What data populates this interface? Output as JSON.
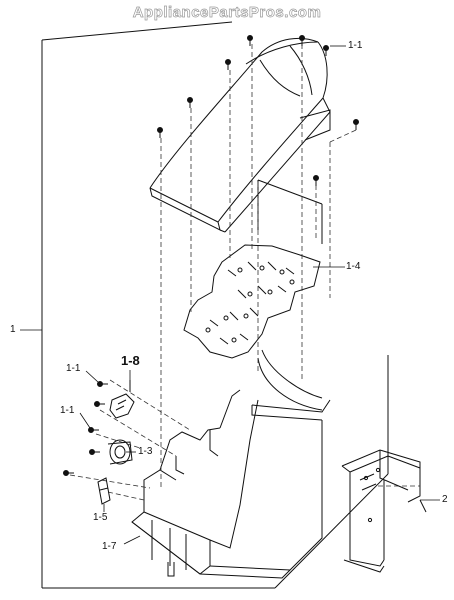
{
  "watermark": "AppliancePartsPros.com",
  "labels": {
    "p1": "1",
    "p1_1_top": "1-1",
    "p1_1_mid_a": "1-1",
    "p1_1_mid_b": "1-1",
    "p1_3": "1-3",
    "p1_4": "1-4",
    "p1_5": "1-5",
    "p1_7": "1-7",
    "p1_8": "1-8",
    "p2": "2"
  },
  "colors": {
    "line": "#111111",
    "dash": "#333333",
    "bg": "#ffffff"
  }
}
